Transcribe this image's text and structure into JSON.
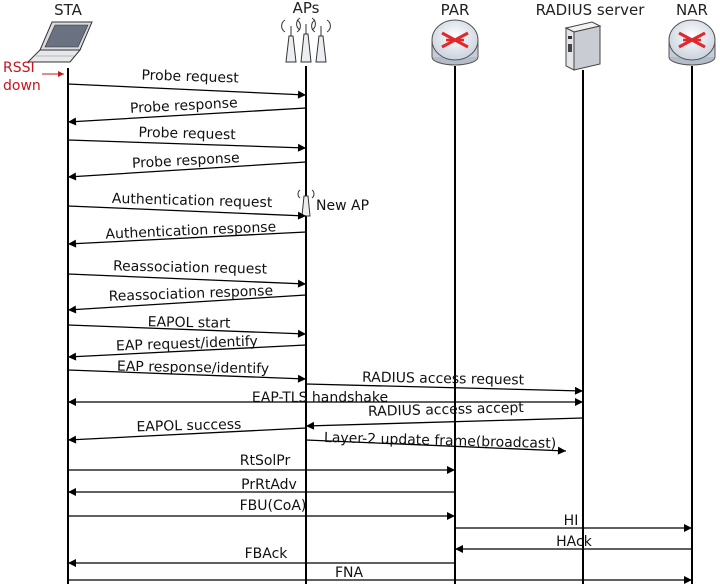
{
  "entities": {
    "sta": "STA",
    "aps": "APs",
    "par": "PAR",
    "radius": "RADIUS server",
    "nar": "NAR"
  },
  "rssi_line1": "RSSI",
  "rssi_line2": "down",
  "new_ap": "New AP",
  "messages": [
    {
      "label": "Probe request",
      "from": "STA",
      "to": "APs"
    },
    {
      "label": "Probe response",
      "from": "APs",
      "to": "STA"
    },
    {
      "label": "Probe request",
      "from": "STA",
      "to": "APs"
    },
    {
      "label": "Probe response",
      "from": "APs",
      "to": "STA"
    },
    {
      "label": "Authentication request",
      "from": "STA",
      "to": "APs"
    },
    {
      "label": "Authentication response",
      "from": "APs",
      "to": "STA"
    },
    {
      "label": "Reassociation request",
      "from": "STA",
      "to": "APs"
    },
    {
      "label": "Reassociation response",
      "from": "APs",
      "to": "STA"
    },
    {
      "label": "EAPOL start",
      "from": "STA",
      "to": "APs"
    },
    {
      "label": "EAP request/identify",
      "from": "APs",
      "to": "STA"
    },
    {
      "label": "EAP response/identify",
      "from": "STA",
      "to": "APs"
    },
    {
      "label": "RADIUS access request",
      "from": "APs",
      "to": "RADIUS server"
    },
    {
      "label": "EAP-TLS handshake",
      "from": "STA",
      "to": "RADIUS server",
      "bidirectional": true
    },
    {
      "label": "RADIUS access accept",
      "from": "RADIUS server",
      "to": "APs"
    },
    {
      "label": "EAPOL success",
      "from": "APs",
      "to": "STA"
    },
    {
      "label": "Layer-2 update frame(broadcast)",
      "from": "APs",
      "to": "broadcast"
    },
    {
      "label": "RtSolPr",
      "from": "STA",
      "to": "PAR"
    },
    {
      "label": "PrRtAdv",
      "from": "PAR",
      "to": "STA"
    },
    {
      "label": "FBU(CoA)",
      "from": "STA",
      "to": "PAR"
    },
    {
      "label": "HI",
      "from": "PAR",
      "to": "NAR"
    },
    {
      "label": "HAck",
      "from": "NAR",
      "to": "PAR"
    },
    {
      "label": "FBAck",
      "from": "PAR",
      "to": "STA"
    },
    {
      "label": "FNA",
      "from": "STA",
      "to": "NAR"
    }
  ],
  "icons": {
    "sta": "laptop-icon",
    "aps": "access-point-antennas-icon",
    "par": "router-icon",
    "radius": "server-tower-icon",
    "nar": "router-icon",
    "new_ap": "access-point-icon"
  },
  "colors": {
    "rssi": "#c8141e",
    "router": "#dfe6f0",
    "router_arrows": "#e0282d"
  }
}
